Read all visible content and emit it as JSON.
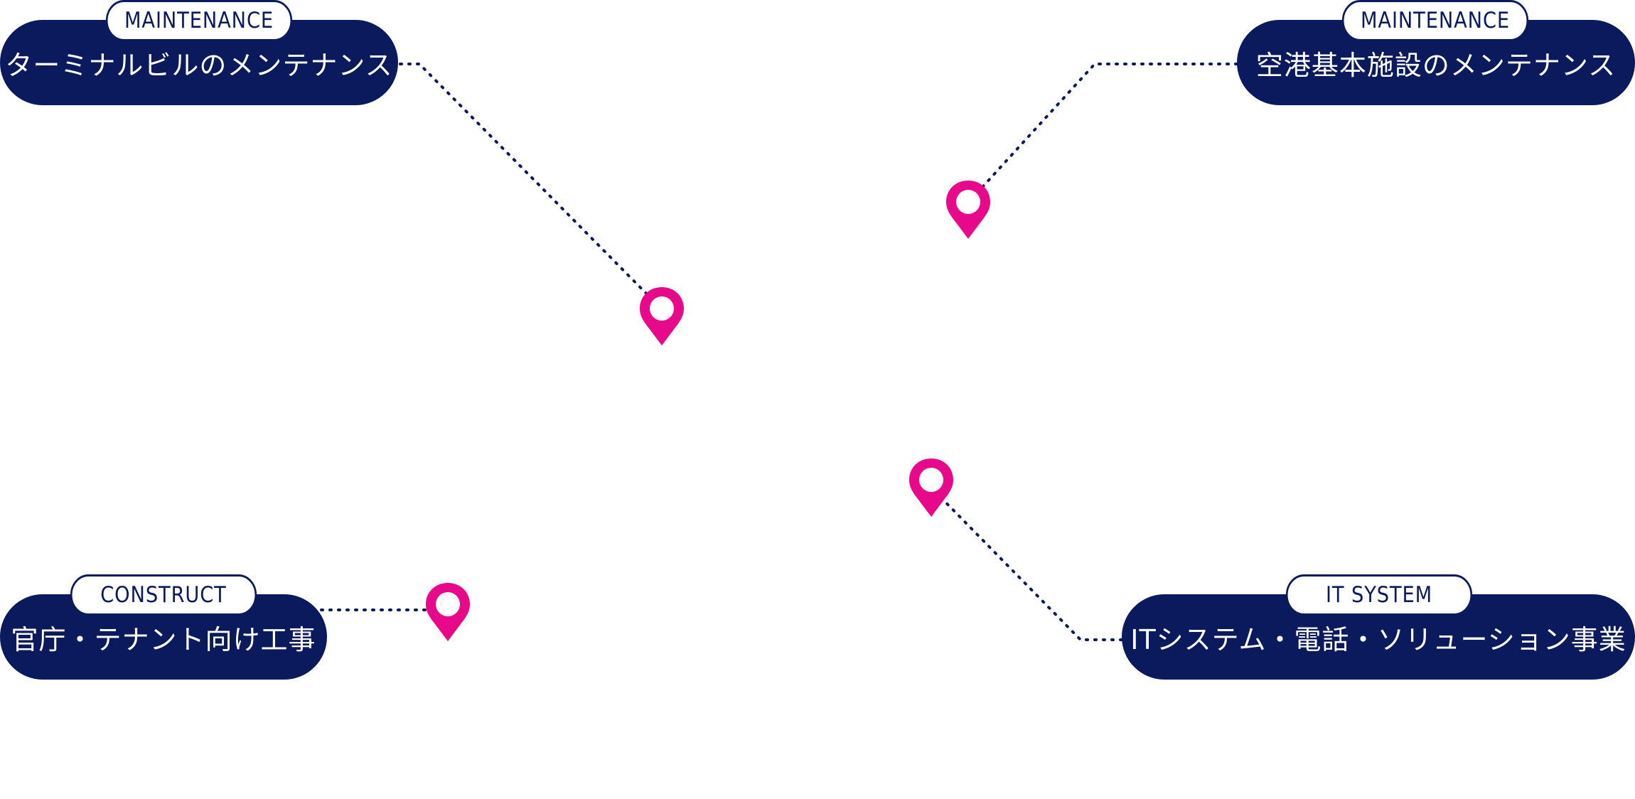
{
  "colors": {
    "navy": "#0b1a5c",
    "pin": "#e8088a",
    "background": "#ffffff"
  },
  "callouts": [
    {
      "id": "terminal",
      "tag": "MAINTENANCE",
      "label": "ターミナルビルのメンテナンス"
    },
    {
      "id": "airport",
      "tag": "MAINTENANCE",
      "label": "空港基本施設のメンテナンス"
    },
    {
      "id": "construct",
      "tag": "CONSTRUCT",
      "label": "官庁・テナント向け工事"
    },
    {
      "id": "it",
      "tag": "IT SYSTEM",
      "label": "ITシステム・電話・ソリューション事業"
    }
  ],
  "icons": {
    "pin": "map-pin-icon"
  }
}
